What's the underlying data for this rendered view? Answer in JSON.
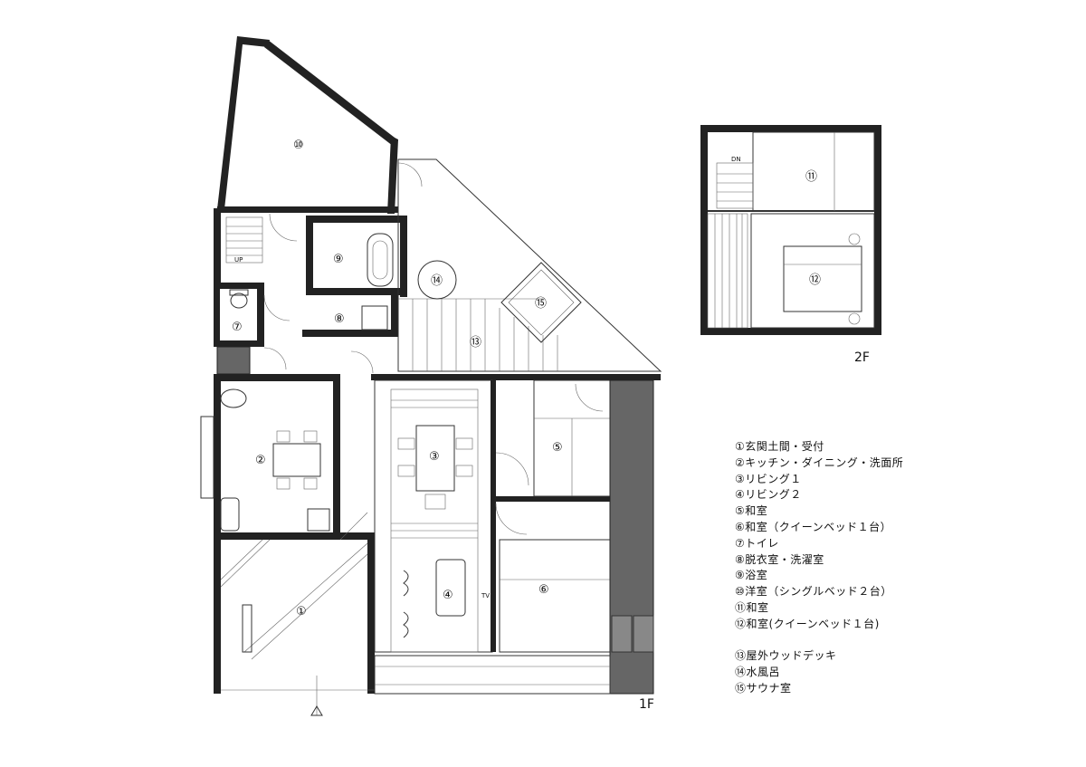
{
  "floors": {
    "first": "1F",
    "second": "2F"
  },
  "rooms": [
    {
      "id": "1",
      "mark": "①",
      "name": "玄関土間・受付"
    },
    {
      "id": "2",
      "mark": "②",
      "name": "キッチン・ダイニング・洗面所"
    },
    {
      "id": "3",
      "mark": "③",
      "name": "リビング１"
    },
    {
      "id": "4",
      "mark": "④",
      "name": "リビング２"
    },
    {
      "id": "5",
      "mark": "⑤",
      "name": "和室"
    },
    {
      "id": "6",
      "mark": "⑥",
      "name": "和室（クイーンベッド１台）"
    },
    {
      "id": "7",
      "mark": "⑦",
      "name": "トイレ"
    },
    {
      "id": "8",
      "mark": "⑧",
      "name": "脱衣室・洗濯室"
    },
    {
      "id": "9",
      "mark": "⑨",
      "name": "浴室"
    },
    {
      "id": "10",
      "mark": "⑩",
      "name": "洋室（シングルベッド２台）"
    },
    {
      "id": "11",
      "mark": "⑪",
      "name": "和室"
    },
    {
      "id": "12",
      "mark": "⑫",
      "name": "和室(クイーンベッド１台)"
    },
    {
      "id": "13",
      "mark": "⑬",
      "name": "屋外ウッドデッキ"
    },
    {
      "id": "14",
      "mark": "⑭",
      "name": "水風呂"
    },
    {
      "id": "15",
      "mark": "⑮",
      "name": "サウナ室"
    }
  ],
  "annotations": {
    "up": "UP",
    "dn": "DN",
    "tv": "TV"
  }
}
